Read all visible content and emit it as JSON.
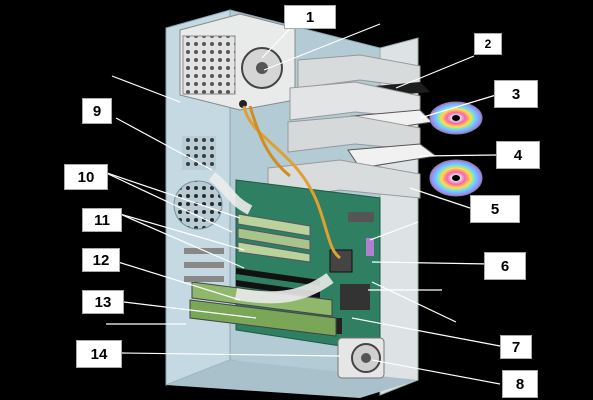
{
  "labels": [
    "1",
    "2",
    "3",
    "4",
    "5",
    "6",
    "7",
    "8",
    "9",
    "10",
    "11",
    "12",
    "13",
    "14"
  ],
  "colors": {
    "background": "#000000",
    "case_side": "#c9dbe2",
    "case_front": "#dfe3e5",
    "case_panel": "#aec7d1",
    "bay": "#d9dcdd",
    "floppy": "#202020",
    "board": "#2f7f62",
    "ram": "#b9cf92",
    "cable": "#e8e8e8",
    "orange_wire": "#e0a030",
    "leader": "#ffffff"
  },
  "parts": [
    "power-supply",
    "floppy-drive",
    "cd-drive-top",
    "cd-drive-bottom",
    "drive-bay",
    "cpu-chip",
    "motherboard",
    "speaker",
    "cpu-fan",
    "ram-modules",
    "ribbon-cables",
    "expansion-cards",
    "pci-card",
    "case-foot"
  ]
}
